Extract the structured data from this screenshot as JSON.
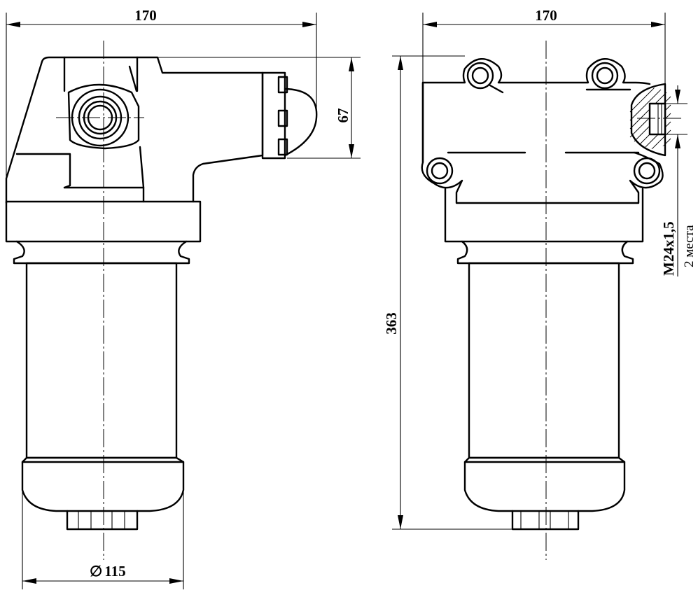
{
  "dimensions": {
    "left_width": "170",
    "right_width": "170",
    "left_height": "67",
    "right_height": "363",
    "diameter_symbol": "∅",
    "diameter_value": "115"
  },
  "thread_note": {
    "spec": "M24x1,5",
    "quantity": "2 места"
  }
}
